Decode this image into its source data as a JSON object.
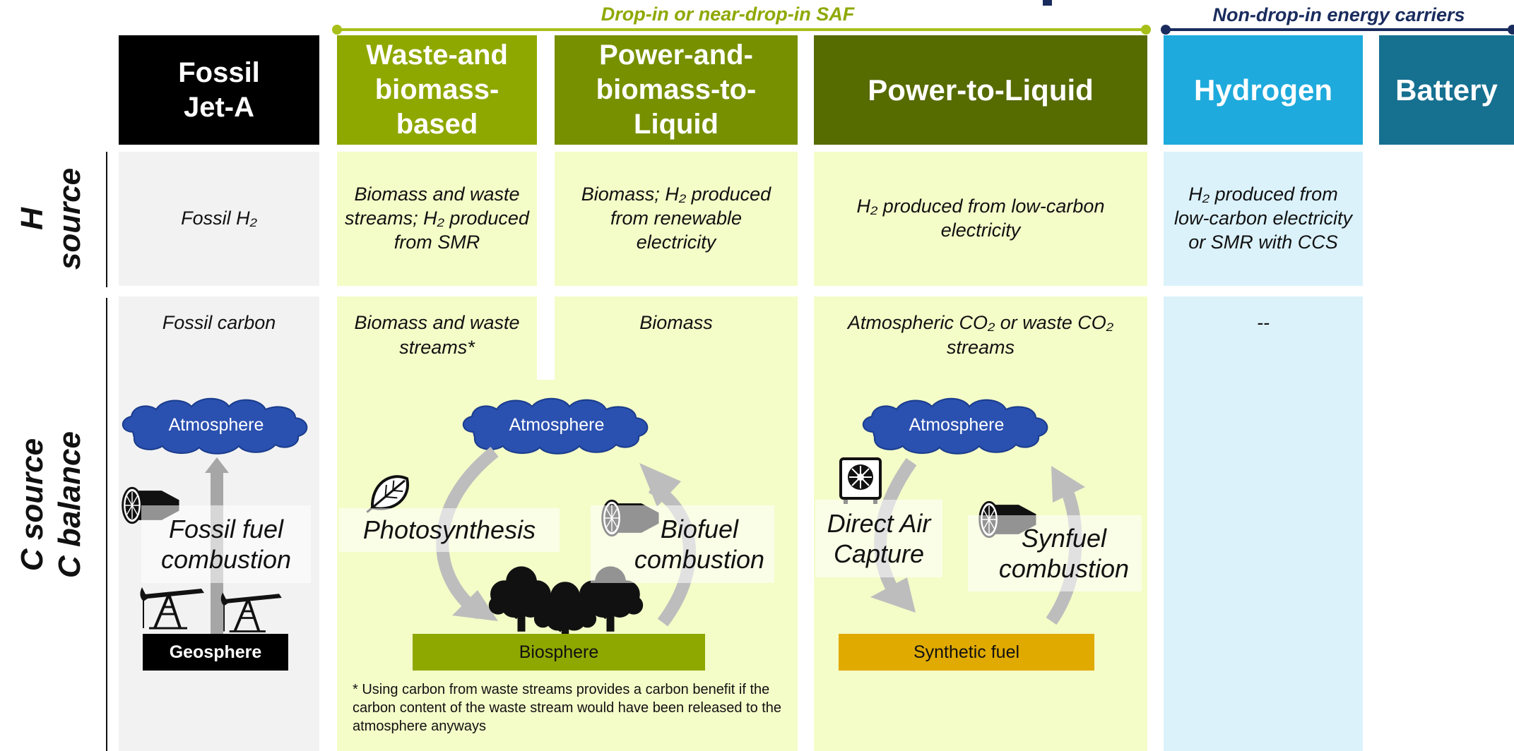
{
  "groups": {
    "saf": "Drop-in or near-drop-in SAF",
    "non_drop": "Non-drop-in energy carriers"
  },
  "columns": {
    "fossil": "Fossil\nJet-A",
    "waste": "Waste-and\nbiomass-\nbased",
    "pbtl": "Power-and-\nbiomass-to-\nLiquid",
    "ptl": "Power-to-Liquid",
    "hydrogen": "Hydrogen",
    "battery": "Battery"
  },
  "row_labels": {
    "h_source": "H\nsource",
    "c_source": "C source\nC balance"
  },
  "h_source": {
    "fossil": "Fossil H₂",
    "waste": "Biomass and waste streams; H₂ produced from SMR",
    "pbtl": "Biomass; H₂ produced from renewable electricity",
    "ptl": "H₂ produced from low-carbon electricity",
    "hydrogen": "H₂ produced from low-carbon electricity or SMR with CCS"
  },
  "c_source": {
    "fossil": "Fossil carbon",
    "waste": "Biomass and waste streams*",
    "pbtl": "Biomass",
    "ptl": "Atmospheric CO₂ or waste CO₂ streams",
    "hydrogen": "--"
  },
  "diagram": {
    "atmosphere": "Atmosphere",
    "geosphere": "Geosphere",
    "biosphere": "Biosphere",
    "synthetic_fuel": "Synthetic fuel",
    "fossil_combustion": "Fossil fuel\ncombustion",
    "photosynthesis": "Photosynthesis",
    "biofuel_combustion": "Biofuel\ncombustion",
    "direct_air_capture": "Direct Air\nCapture",
    "synfuel_combustion": "Synfuel\ncombustion"
  },
  "footnote": "* Using carbon from waste streams provides a carbon benefit if the carbon content of the waste stream would have been released to the atmosphere anyways",
  "colors": {
    "fossil": "#000000",
    "waste": "#8fa800",
    "pbtl": "#779000",
    "ptl": "#566b00",
    "hydrogen": "#1eaadc",
    "battery": "#167090",
    "light_green": "#f4fcc8",
    "light_gray": "#f2f2f2",
    "light_blue": "#dbf2fb",
    "cloud": "#2a50b0",
    "synthetic_fuel": "#e0aa00",
    "saf_line": "#a8bf1a",
    "non_drop_line": "#1a2c5e"
  }
}
